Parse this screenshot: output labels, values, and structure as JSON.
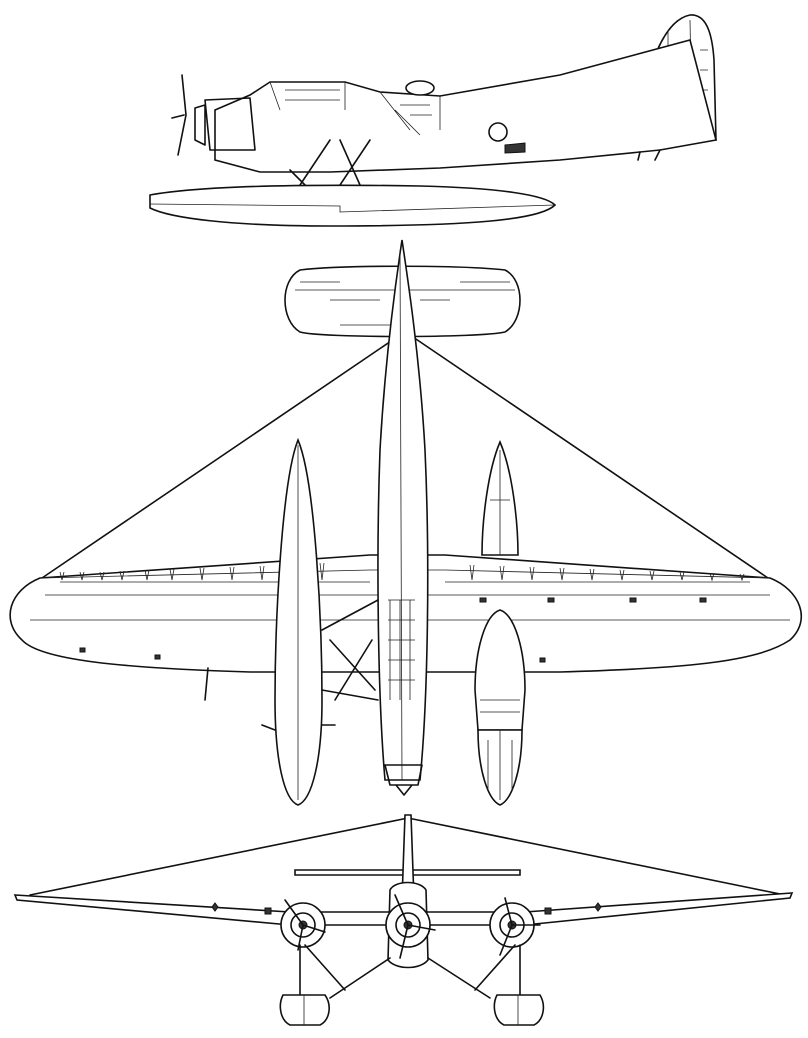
{
  "drawing": {
    "views": [
      "side",
      "top",
      "front"
    ],
    "line_color": "#111111",
    "background": "#ffffff"
  }
}
